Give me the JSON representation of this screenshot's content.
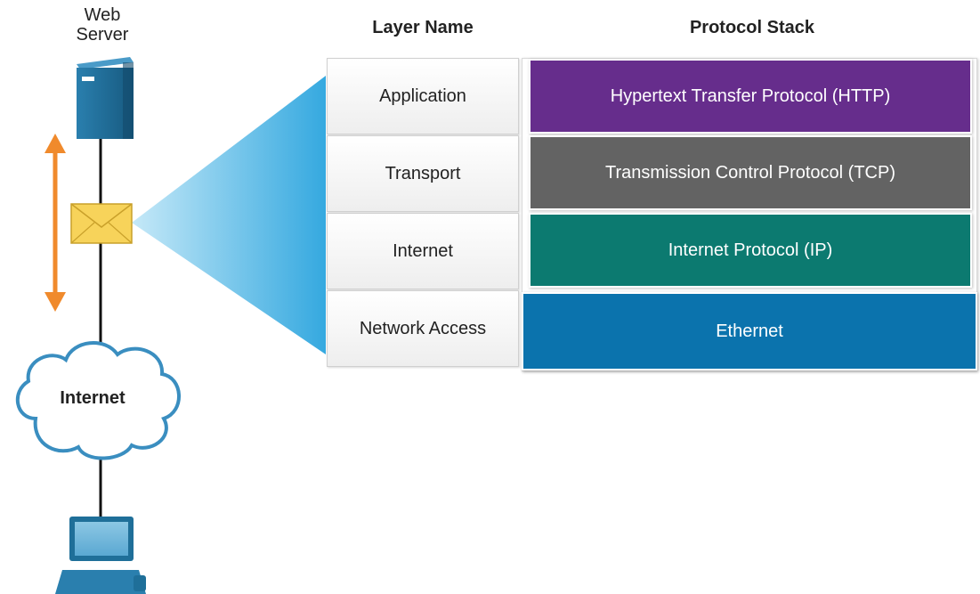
{
  "server": {
    "label_line1": "Web",
    "label_line2": "Server"
  },
  "cloud": {
    "label": "Internet"
  },
  "headers": {
    "layer_name": "Layer Name",
    "protocol_stack": "Protocol Stack"
  },
  "layers": [
    {
      "name": "Application",
      "protocol": "Hypertext Transfer Protocol (HTTP)",
      "color": "#662d8c"
    },
    {
      "name": "Transport",
      "protocol": "Transmission Control Protocol (TCP)",
      "color": "#636363"
    },
    {
      "name": "Internet",
      "protocol": "Internet Protocol (IP)",
      "color": "#0c7a70"
    },
    {
      "name": "Network Access",
      "protocol": "Ethernet",
      "color": "#0b73ad"
    }
  ],
  "icons": {
    "server": "server-icon",
    "envelope": "envelope-icon",
    "arrow": "double-arrow-icon",
    "cloud": "cloud-icon",
    "computer": "computer-icon"
  },
  "colors": {
    "arrow": "#f08a2c",
    "envelope": "#f7d35a",
    "beam": "#2aa7e0",
    "cloud_stroke": "#3a8ec0",
    "device": "#1f6f99"
  }
}
